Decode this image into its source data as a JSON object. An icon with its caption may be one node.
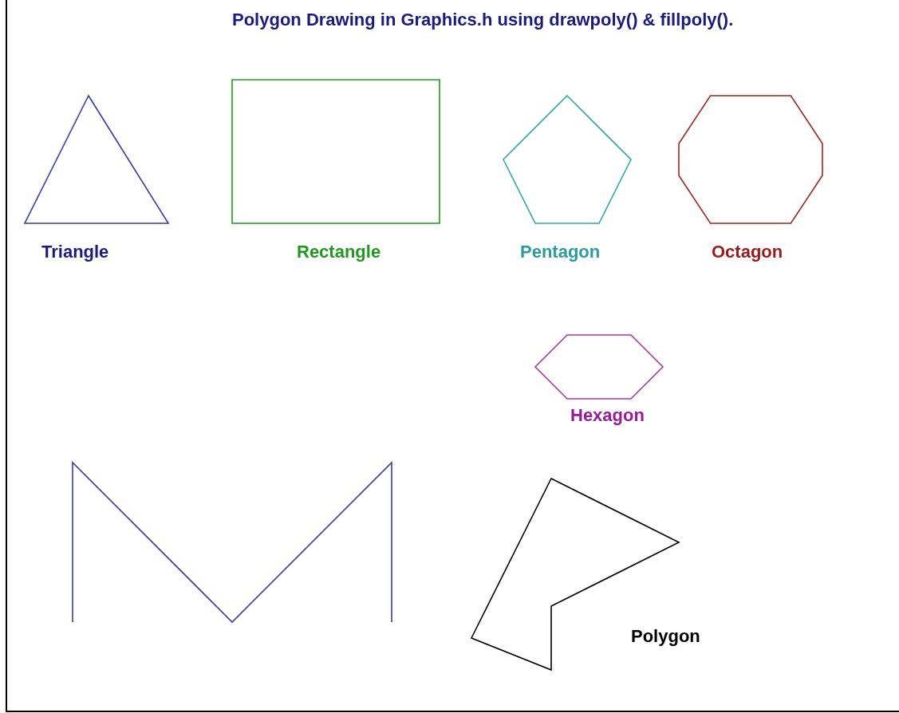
{
  "diagram": {
    "title": "Polygon Drawing in Graphics.h using drawpoly() & fillpoly().",
    "nodes": [
      {
        "text": [],
        "shape": "triangle",
        "beside": [
          "Triangle"
        ]
      },
      {
        "text": [],
        "shape": "box",
        "beside": [
          "Rectangle"
        ]
      },
      {
        "text": [],
        "shape": "pentagon",
        "beside": [
          "Pentagon"
        ]
      },
      {
        "text": [],
        "shape": "octagon",
        "beside": [
          "Octagon"
        ]
      },
      {
        "text": [],
        "shape": "hexagon",
        "beside": [
          "Hexagon"
        ]
      },
      {
        "text": [],
        "shape": "polygon",
        "beside": [
          "Polygon"
        ]
      }
    ]
  }
}
